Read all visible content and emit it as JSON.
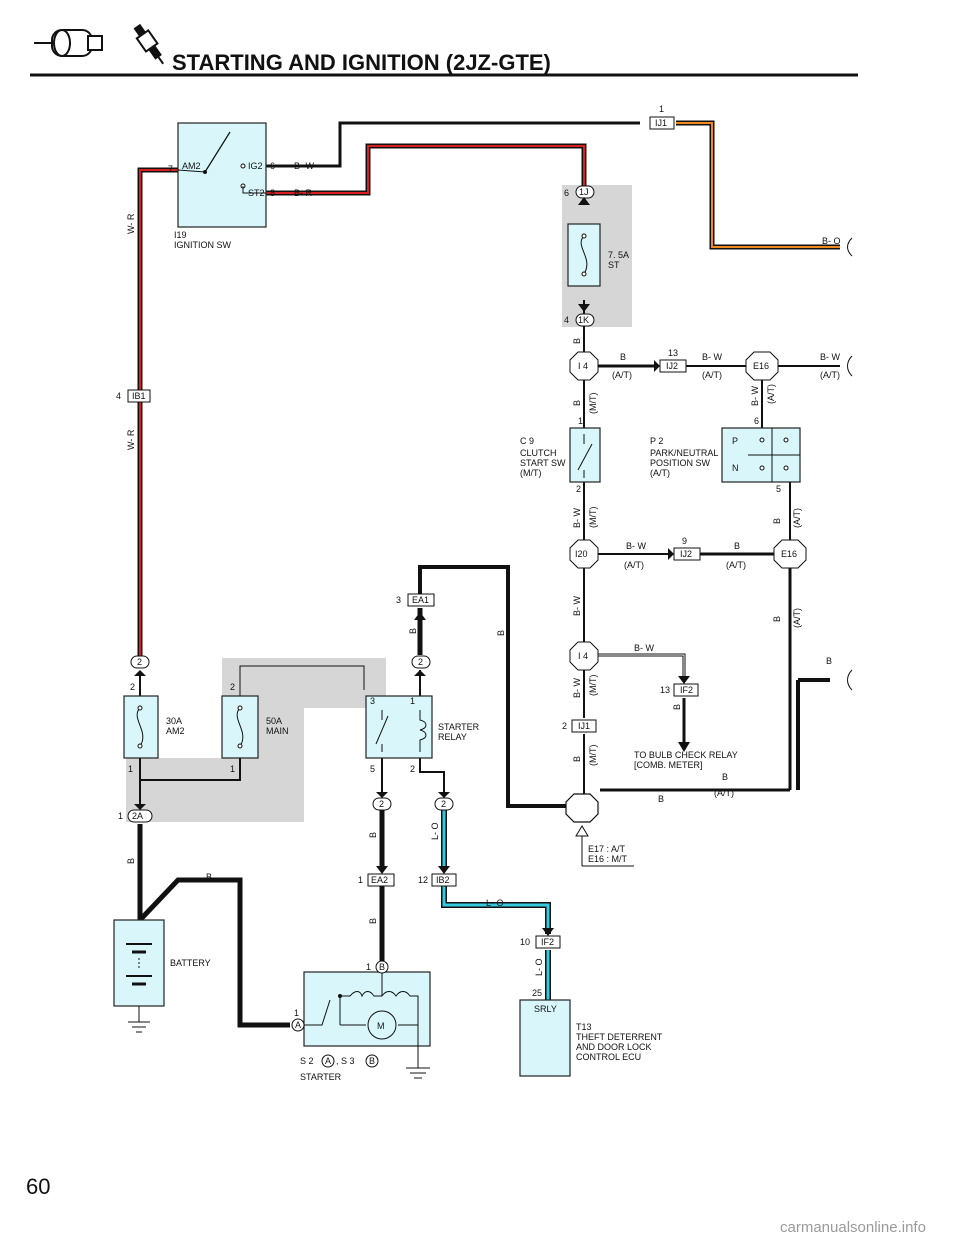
{
  "header": {
    "title": "STARTING AND IGNITION (2JZ-GTE)",
    "page_number": "60",
    "watermark": "carmanualsonline.info"
  },
  "components": {
    "ignition_sw": {
      "code": "I19",
      "name": "IGNITION SW",
      "am2": "AM2",
      "ig2": "IG2",
      "st2": "ST2",
      "pin7": "7",
      "pin6": "6",
      "pin8": "8"
    },
    "fuse_st": {
      "rating": "7. 5A",
      "name": "ST"
    },
    "clutch_sw": {
      "code": "C 9",
      "line1": "CLUTCH",
      "line2": "START SW",
      "line3": "(M/T)"
    },
    "park_neutral_sw": {
      "code": "P 2",
      "line1": "PARK/NEUTRAL",
      "line2": "POSITION SW",
      "line3": "(A/T)",
      "p": "P",
      "n": "N"
    },
    "fuse_am2": {
      "rating": "30A",
      "name": "AM2"
    },
    "fuse_main": {
      "rating": "50A",
      "name": "MAIN"
    },
    "starter_relay": {
      "line1": "STARTER",
      "line2": "RELAY"
    },
    "battery": {
      "name": "BATTERY"
    },
    "starter": {
      "code": "S 2",
      "a": "A",
      "sep": ", S 3",
      "b": "B",
      "name": "STARTER",
      "motor": "M"
    },
    "theft_ecu": {
      "code": "T13",
      "line1": "THEFT DETERRENT",
      "line2": "AND DOOR LOCK",
      "line3": "CONTROL ECU",
      "pin": "SRLY"
    },
    "bulb_check": {
      "line1": "TO BULB CHECK RELAY",
      "line2": "[COMB.  METER]"
    },
    "ground_note": {
      "line1": "E17 : A/T",
      "line2": "E16 : M/T"
    }
  },
  "connectors": {
    "ij1_top": "IJ1",
    "j1": "1J",
    "k1": "1K",
    "i4a": "I 4",
    "ij2a": "IJ2",
    "e16a": "E16",
    "ib1": "IB1",
    "i20": "I20",
    "ij2b": "IJ2",
    "e16b": "E16",
    "ea1": "EA1",
    "two": "2",
    "i4b": "I 4",
    "if2a": "IF2",
    "ij1b": "IJ1",
    "a2": "2A",
    "ea2": "EA2",
    "ib2": "IB2",
    "if2b": "IF2"
  },
  "pins": {
    "p1": "1",
    "p2": "2",
    "p3": "3",
    "p4": "4",
    "p5": "5",
    "p6": "6",
    "p9": "9",
    "p10": "10",
    "p12": "12",
    "p13": "13",
    "p25": "25"
  },
  "wires": {
    "bw": "B- W",
    "br": "B- R",
    "bo": "B- O",
    "wr": "W- R",
    "b": "B",
    "lo": "L- O",
    "at": "(A/T)",
    "mt": "(M/T)"
  },
  "colors": {
    "component_fill": "#d9f7fb",
    "wire_red": "#d81e1e",
    "wire_orange": "#f08a1e",
    "wire_cyan": "#35c8de",
    "shade": "#d6d6d6"
  }
}
